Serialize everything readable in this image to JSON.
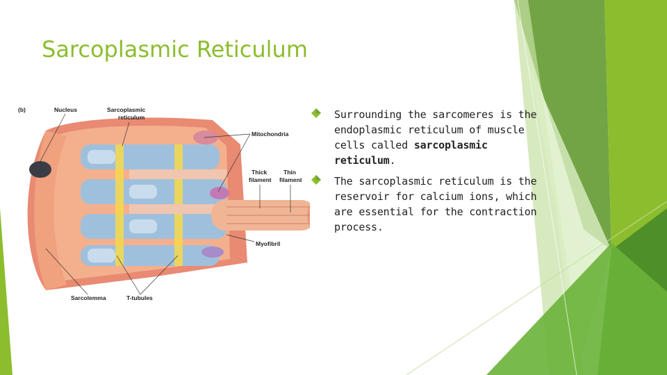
{
  "slide": {
    "title": "Sarcoplasmic Reticulum",
    "accent_colors": [
      "#8cbd2e",
      "#6a9f3b",
      "#4f8f29",
      "#c6e0a3"
    ]
  },
  "bullets": [
    {
      "marker_icon": "green-diamond-bullet-icon",
      "text_before": "Surrounding the sarcomeres is the endoplasmic reticulum of muscle cells called ",
      "bold_text": "sarcoplasmic reticulum",
      "text_after": "."
    },
    {
      "marker_icon": "green-diamond-bullet-icon",
      "text": "The sarcoplasmic reticulum is the reservoir for calcium ions, which are essential for the contraction process."
    }
  ],
  "figure": {
    "panel_label": "(b)",
    "labels": {
      "nucleus": "Nucleus",
      "sarcoplasmic_reticulum_line1": "Sarcoplasmic",
      "sarcoplasmic_reticulum_line2": "reticulum",
      "mitochondria": "Mitochondria",
      "thick_filament_line1": "Thick",
      "thick_filament_line2": "filament",
      "thin_filament_line1": "Thin",
      "thin_filament_line2": "filament",
      "myofibril": "Myofibril",
      "sarcolemma": "Sarcolemma",
      "t_tubules": "T-tubules"
    }
  }
}
